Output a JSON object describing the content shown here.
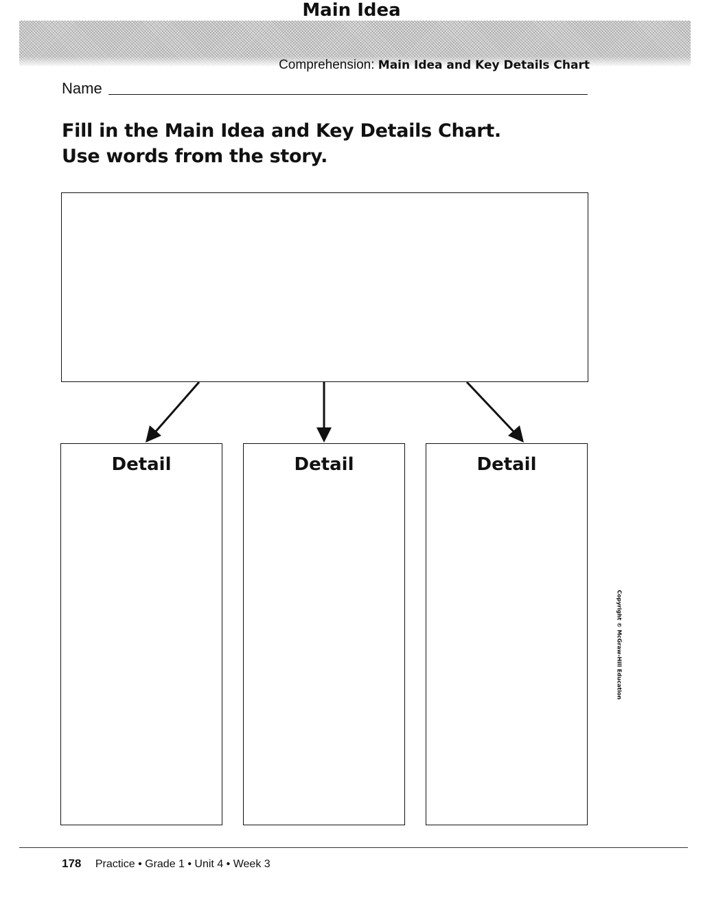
{
  "header": {
    "section_prefix": "Comprehension:",
    "section_topic": "Main Idea and Key Details Chart"
  },
  "name_label": "Name",
  "instructions": "Fill in the Main Idea and Key Details Chart. Use words from the story.",
  "chart": {
    "main_label": "Main Idea",
    "details": [
      {
        "label": "Detail"
      },
      {
        "label": "Detail"
      },
      {
        "label": "Detail"
      }
    ]
  },
  "copyright": "Copyright © McGraw-Hill Education",
  "footer": {
    "page_number": "178",
    "course": "Practice • Grade 1 • Unit 4 • Week 3"
  }
}
